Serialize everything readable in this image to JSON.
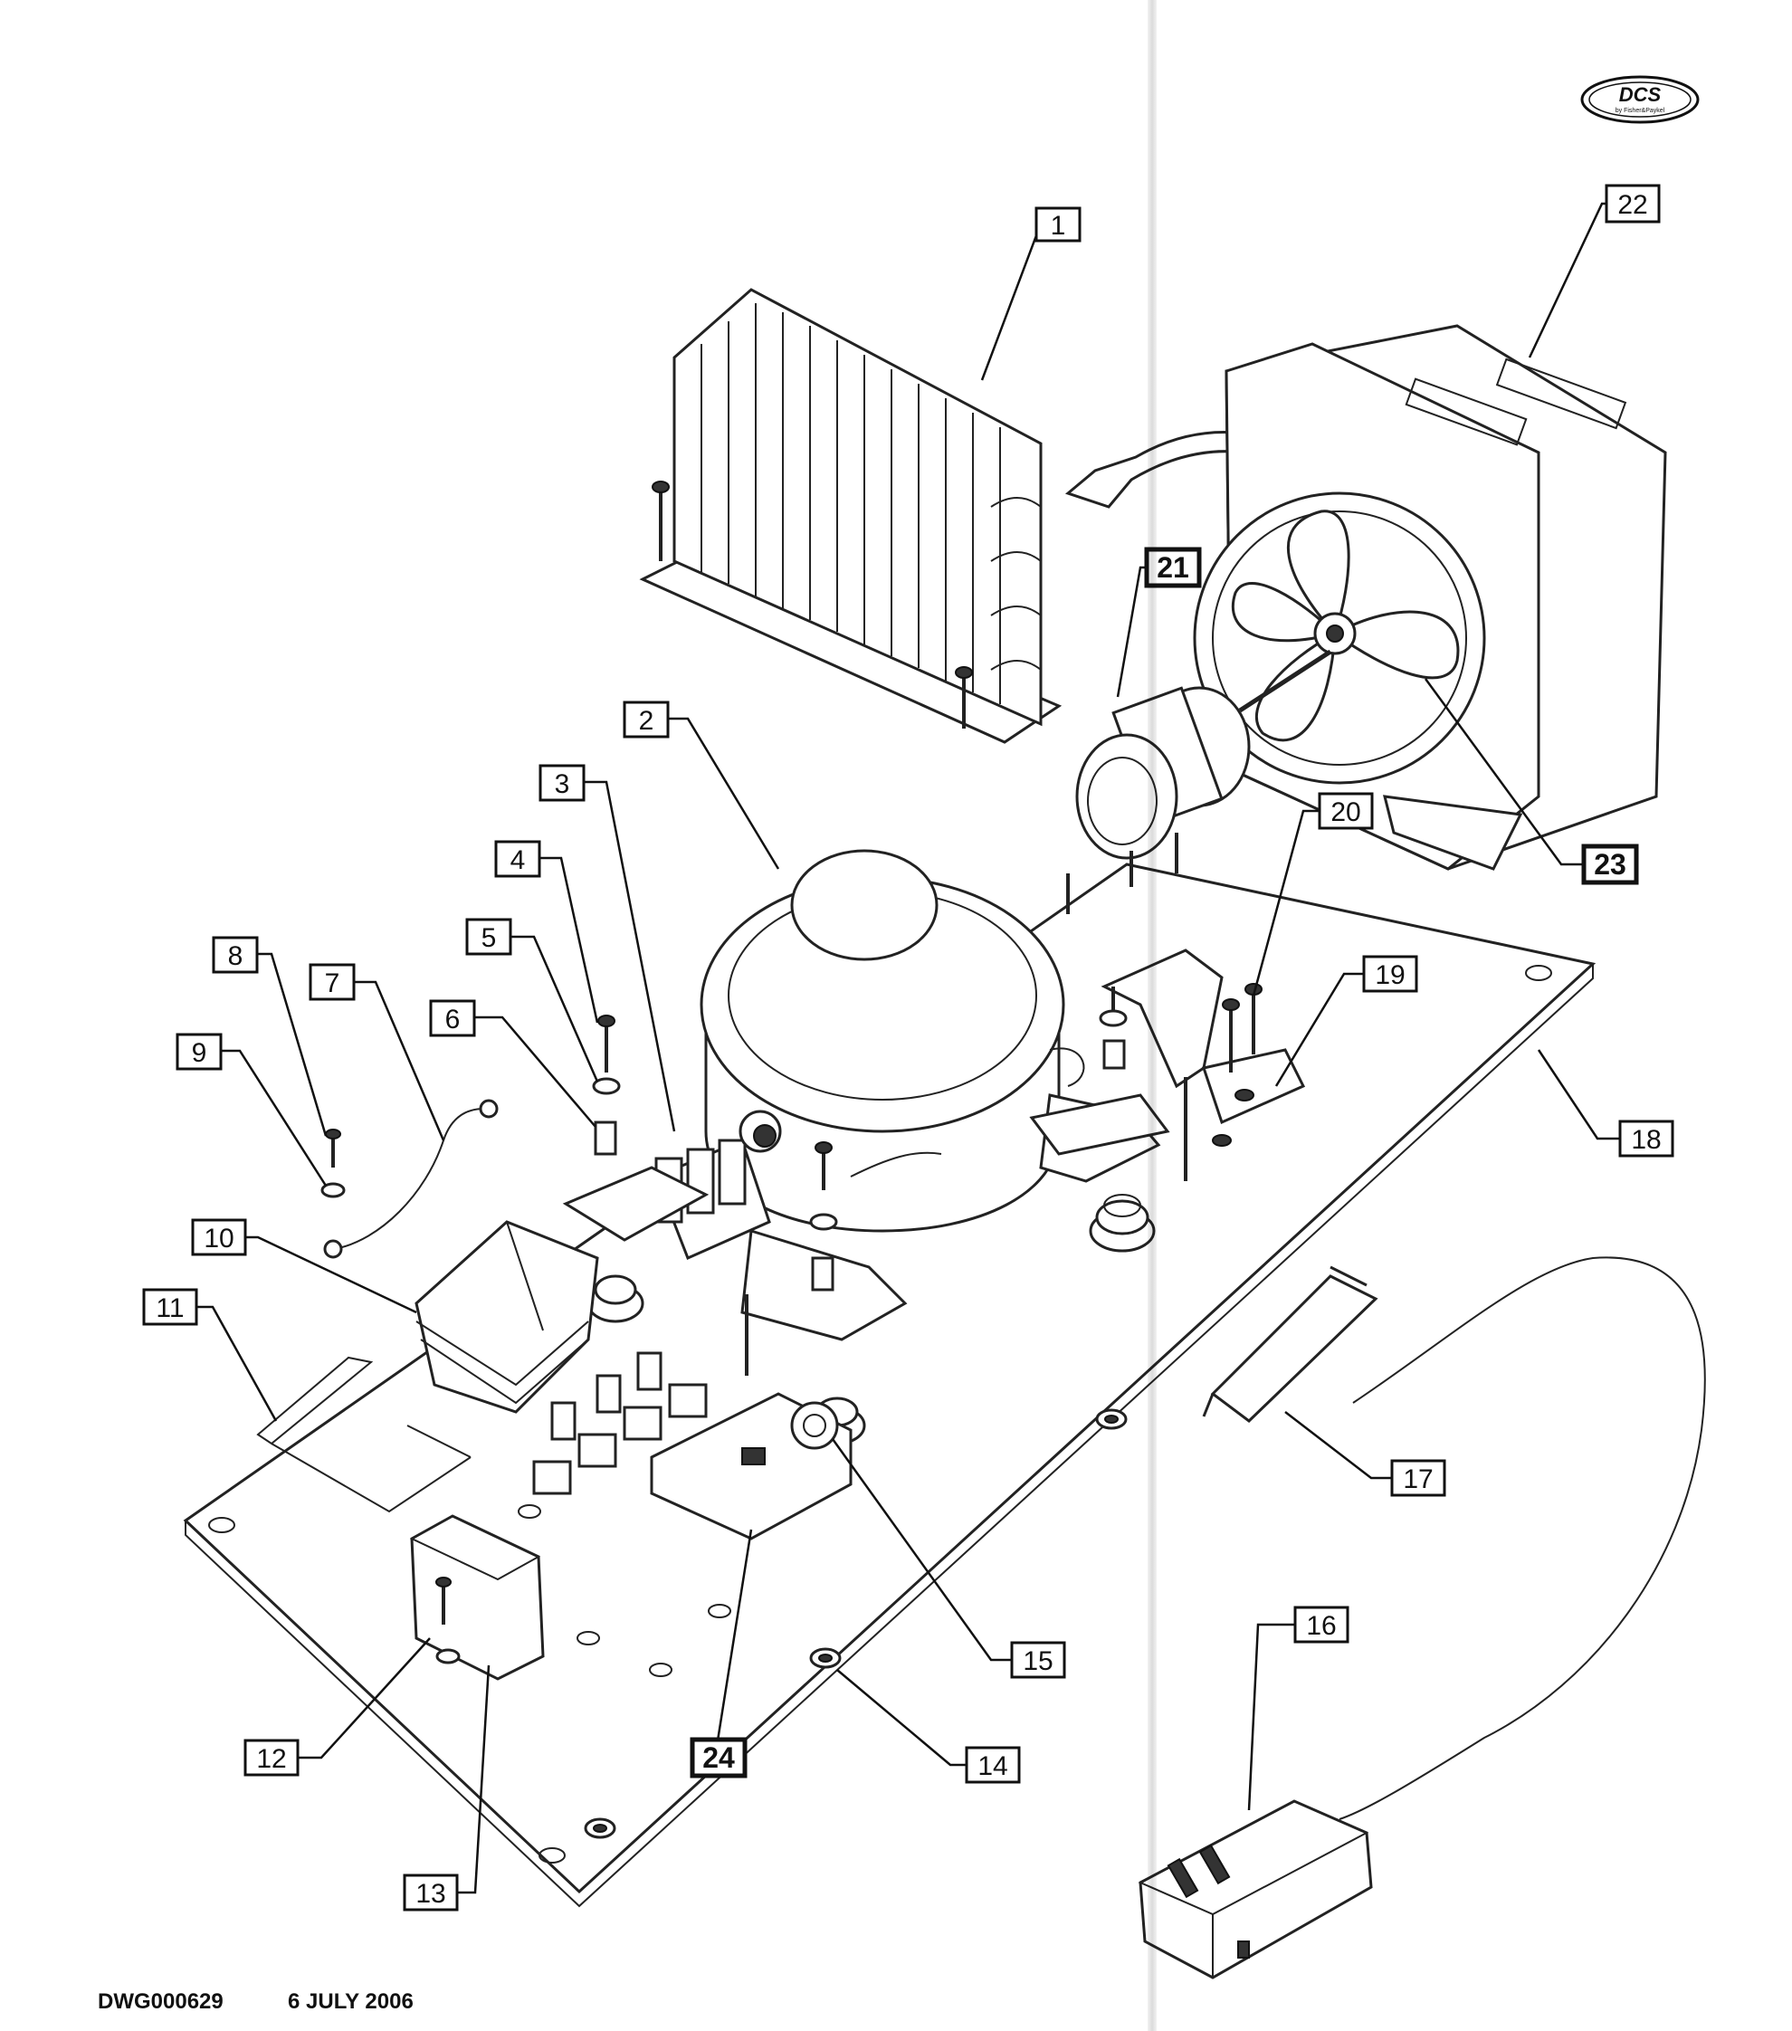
{
  "logo": {
    "text": "DCS",
    "subtext": "by Fisher&Paykel"
  },
  "footer": {
    "drawing_number": "DWG000629",
    "date": "6 JULY 2006"
  },
  "callouts": [
    {
      "id": "c1",
      "label": "1"
    },
    {
      "id": "c2",
      "label": "2"
    },
    {
      "id": "c3",
      "label": "3"
    },
    {
      "id": "c4",
      "label": "4"
    },
    {
      "id": "c5",
      "label": "5"
    },
    {
      "id": "c6",
      "label": "6"
    },
    {
      "id": "c7",
      "label": "7"
    },
    {
      "id": "c8",
      "label": "8"
    },
    {
      "id": "c9",
      "label": "9"
    },
    {
      "id": "c10",
      "label": "10"
    },
    {
      "id": "c11",
      "label": "11"
    },
    {
      "id": "c12",
      "label": "12"
    },
    {
      "id": "c13",
      "label": "13"
    },
    {
      "id": "c14",
      "label": "14"
    },
    {
      "id": "c15",
      "label": "15"
    },
    {
      "id": "c16",
      "label": "16"
    },
    {
      "id": "c17",
      "label": "17"
    },
    {
      "id": "c18",
      "label": "18"
    },
    {
      "id": "c19",
      "label": "19"
    },
    {
      "id": "c20",
      "label": "20"
    },
    {
      "id": "c21",
      "label": "21"
    },
    {
      "id": "c22",
      "label": "22"
    },
    {
      "id": "c23",
      "label": "23"
    },
    {
      "id": "c24",
      "label": "24"
    }
  ]
}
